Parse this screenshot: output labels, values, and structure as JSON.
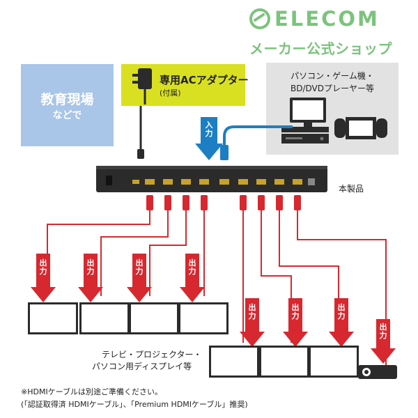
{
  "brand": {
    "name": "ELECOM",
    "tagline": "メーカー公式ショップ",
    "color": "#7cc37d"
  },
  "education": {
    "title": "教育現場",
    "subtitle": "などで",
    "bg_color": "#a9c5e8"
  },
  "adapter": {
    "name": "専用ACアダプター",
    "note": "(付属)",
    "bg_color": "#d9e021"
  },
  "source": {
    "line1": "パソコン・ゲーム機・",
    "line2": "BD/DVDプレーヤー等"
  },
  "input_label": "入力",
  "output_label": "出力",
  "product_label": "本製品",
  "displays_label": {
    "line1": "テレビ・プロジェクター・",
    "line2": "パソコン用ディスプレイ等"
  },
  "notes": {
    "line1": "※HDMIケーブルは別途ご準備ください。",
    "line2": "(「認証取得済 HDMIケーブル」、「Premium HDMIケーブル」推奨)"
  },
  "colors": {
    "cable_red": "#d7282f",
    "cable_blue": "#1c7fc4",
    "device_dark": "#2b2b2b",
    "port_gold": "#c9a227"
  }
}
